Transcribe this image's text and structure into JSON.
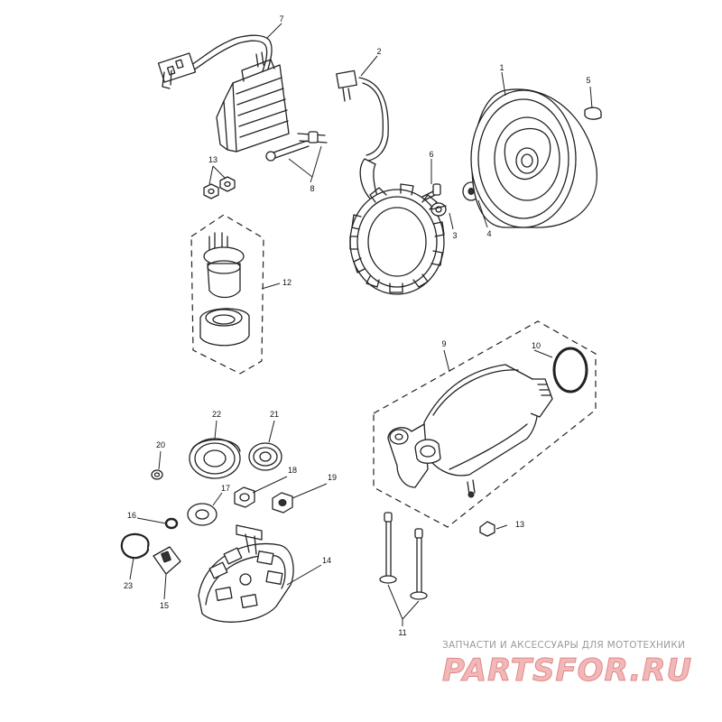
{
  "callouts": {
    "c1": "1",
    "c2": "2",
    "c3": "3",
    "c4": "4",
    "c5": "5",
    "c6": "6",
    "c7": "7",
    "c8": "8",
    "c9": "9",
    "c10": "10",
    "c11": "11",
    "c12": "12",
    "c13a": "13",
    "c13b": "13",
    "c14": "14",
    "c15": "15",
    "c16": "16",
    "c17": "17",
    "c18": "18",
    "c19": "19",
    "c20": "20",
    "c21": "21",
    "c22": "22",
    "c23": "23"
  },
  "watermark": {
    "tagline": "ЗАПЧАСТИ И АКСЕССУАРЫ ДЛЯ МОТОТЕХНИКИ",
    "brand": "PARTSFOR.RU"
  },
  "colors": {
    "line": "#222222",
    "brand_fill": "#f2b8b8",
    "tagline": "#9a9a9a"
  }
}
